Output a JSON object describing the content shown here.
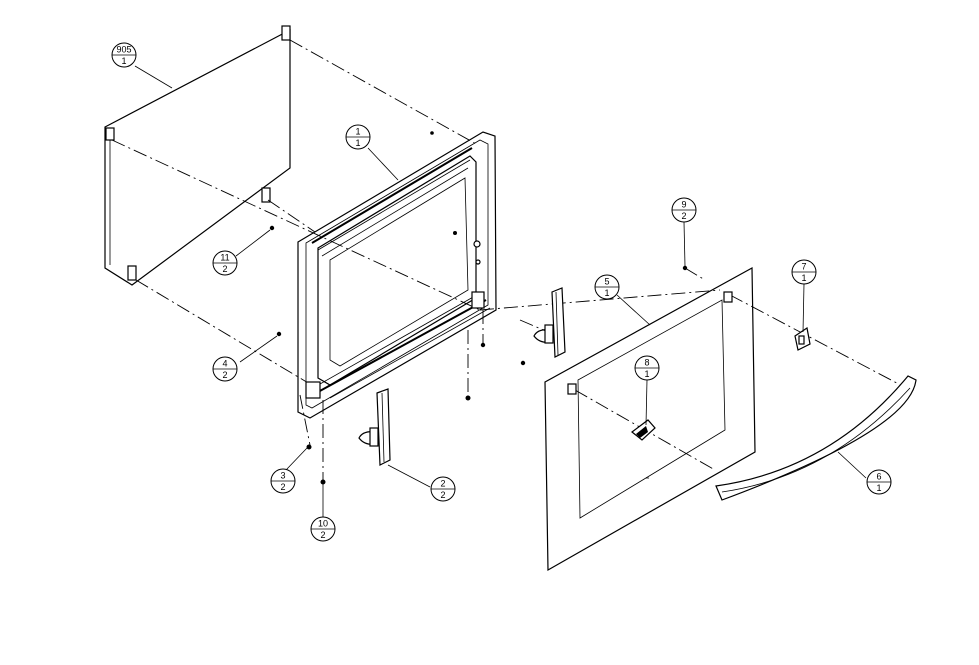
{
  "callouts": [
    {
      "id": "c905",
      "part": "905",
      "qty": "1"
    },
    {
      "id": "c1",
      "part": "1",
      "qty": "1"
    },
    {
      "id": "c11",
      "part": "11",
      "qty": "2"
    },
    {
      "id": "c4",
      "part": "4",
      "qty": "2"
    },
    {
      "id": "c3",
      "part": "3",
      "qty": "2"
    },
    {
      "id": "c10",
      "part": "10",
      "qty": "2"
    },
    {
      "id": "c2",
      "part": "2",
      "qty": "2"
    },
    {
      "id": "c9",
      "part": "9",
      "qty": "2"
    },
    {
      "id": "c5",
      "part": "5",
      "qty": "1"
    },
    {
      "id": "c8",
      "part": "8",
      "qty": "1"
    },
    {
      "id": "c7",
      "part": "7",
      "qty": "1"
    },
    {
      "id": "c6",
      "part": "6",
      "qty": "1"
    }
  ]
}
